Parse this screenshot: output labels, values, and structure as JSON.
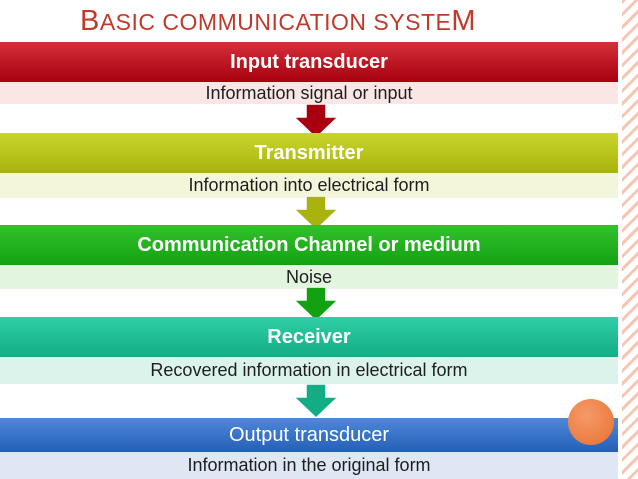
{
  "title": {
    "first": "B",
    "middle": "ASIC COMMUNICATION SYSTE",
    "last": "M"
  },
  "stages": [
    {
      "header": "Input transducer",
      "description": "Information signal or input",
      "color": "#c0101e"
    },
    {
      "header": "Transmitter",
      "description": "Information into electrical form",
      "color": "#b9c51c"
    },
    {
      "header": "Communication Channel or medium",
      "description": "Noise",
      "color": "#22b51c"
    },
    {
      "header": "Receiver",
      "description": "Recovered information in electrical form",
      "color": "#19c39a"
    },
    {
      "header": "Output transducer",
      "description": "Information in the original form",
      "color": "#2d6cc6"
    }
  ],
  "accent_color": "#c0392b"
}
